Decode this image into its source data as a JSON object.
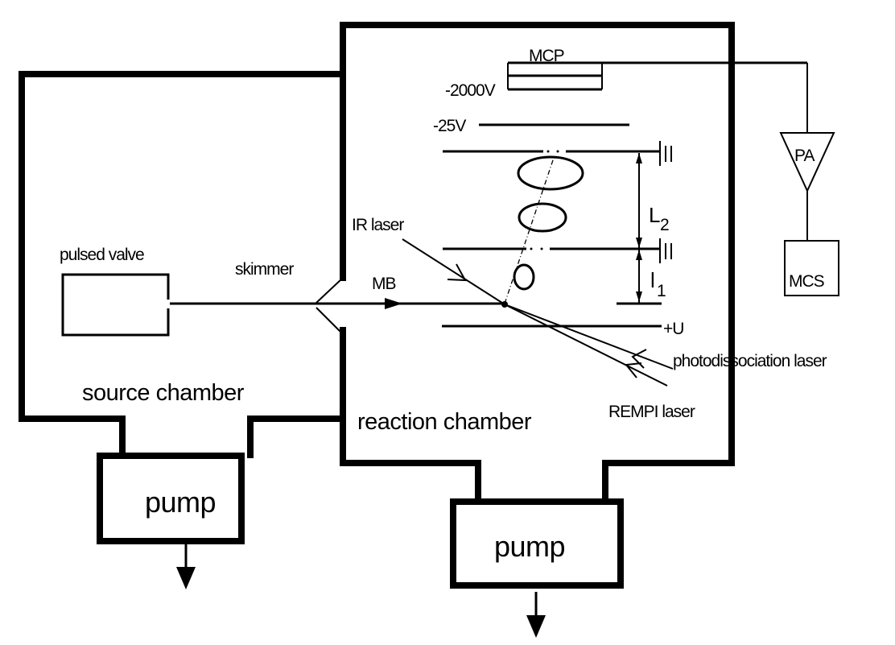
{
  "diagram": {
    "chambers": {
      "source": "source chamber",
      "reaction": "reaction chamber"
    },
    "components": {
      "pulsed_valve": "pulsed valve",
      "skimmer": "skimmer",
      "molecular_beam": "MB",
      "mcp": "MCP",
      "preamp": "PA",
      "mcs": "MCS",
      "pump_source": "pump",
      "pump_reaction": "pump"
    },
    "voltages": {
      "mcp_voltage": "-2000V",
      "grid_voltage": "-25V",
      "repeller": "+U"
    },
    "distances": {
      "L2_main": "L",
      "L2_sub": "2",
      "l1_main": "l",
      "l1_sub": "1"
    },
    "lasers": {
      "ir": "IR laser",
      "photodissociation": "photodissociation laser",
      "rempi": "REMPI laser"
    },
    "colors": {
      "ink": "#000000",
      "background": "#ffffff"
    }
  }
}
